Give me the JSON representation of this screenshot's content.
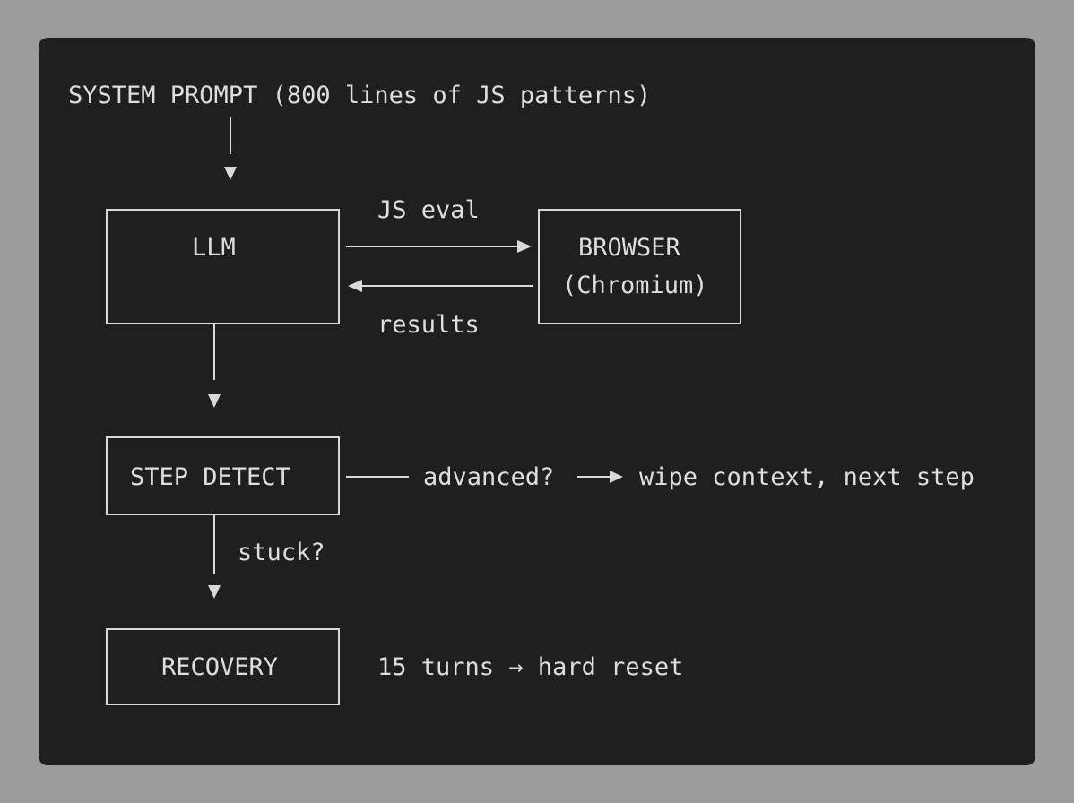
{
  "header": {
    "system_prompt": "SYSTEM PROMPT (800 lines of JS patterns)"
  },
  "nodes": {
    "llm": "LLM",
    "browser_line1": "BROWSER",
    "browser_line2": "(Chromium)",
    "step_detect": "STEP DETECT",
    "recovery": "RECOVERY"
  },
  "edges": {
    "js_eval": "JS eval",
    "results": "results",
    "advanced": "advanced?",
    "wipe_context": "wipe context, next step",
    "stuck": "stuck?",
    "hard_reset": "15 turns → hard reset"
  },
  "colors": {
    "page_background": "#9c9c9c",
    "panel_background": "#1f1f1f",
    "foreground": "#dedede"
  }
}
